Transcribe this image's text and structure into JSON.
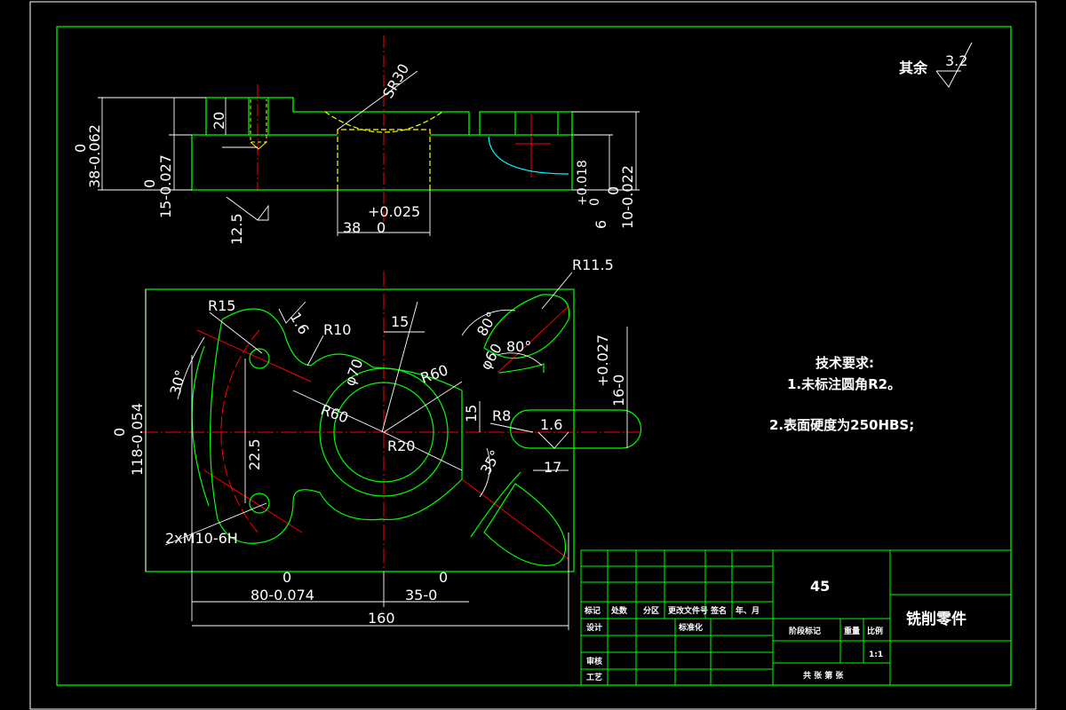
{
  "colors": {
    "background": "#000000",
    "border": "#00ff00",
    "outline": "#00ff00",
    "centerline": "#ff0000",
    "hidden": "#ffff00",
    "annotation": "#ffffff",
    "special": "#00ffff"
  },
  "roughness_note": {
    "prefix": "其余",
    "value": "3.2"
  },
  "top_view": {
    "dims": {
      "height_tol_upper": "0",
      "height_main": "38-0.062",
      "inner_tol_upper": "0",
      "inner_main": "15-0.027",
      "step_20": "20",
      "roughness_12_5": "12.5",
      "sphere_radius": "SR30",
      "bore_tol_upper": "+0.025",
      "bore_main": "38",
      "bore_tol_lower": "0",
      "slot_tol_upper": "+0.018",
      "slot_tol_lower": "0",
      "slot_main": "6",
      "right_tol_upper": "0",
      "right_main": "10-0.022"
    }
  },
  "front_view": {
    "dims": {
      "r15": "R15",
      "r10": "R10",
      "r11_5": "R11.5",
      "r60_upper": "R60",
      "r60_left": "R60",
      "r20": "R20",
      "r8": "R8",
      "width_15": "15",
      "height_15": "15",
      "rough_1_6_a": "1.6",
      "rough_1_6_b": "1.6",
      "angle_30": "30°",
      "angle_80a": "80°",
      "angle_80b": "80°",
      "angle_35": "35°",
      "phi_70": "φ70",
      "phi_60": "φ60",
      "dim_22_5": "22.5",
      "height_tol_upper": "0",
      "height_main": "118-0.054",
      "slot_tol_upper": "+0.027",
      "slot_main": "16-0",
      "dim_17": "17",
      "thread_note": "2xM10-6H",
      "left_tol_upper": "0",
      "left_main": "80-0.074",
      "right_tol_upper": "0",
      "right_main": "35-0",
      "overall": "160"
    }
  },
  "tech_requirements": {
    "title": "技术要求:",
    "items": [
      "1.未标注圆角R2。",
      "2.表面硬度为250HBS;"
    ]
  },
  "title_block": {
    "material": "45",
    "part_name": "铣削零件",
    "headers": [
      "标记",
      "处数",
      "分区",
      "更改文件号",
      "签名",
      "年、月"
    ],
    "row_design": "设计",
    "row_standard": "标准化",
    "row_review": "审核",
    "row_process": "工艺",
    "stage_mark": "阶段标记",
    "weight": "重量",
    "scale_label": "比例",
    "scale_value": "1:1",
    "sheet_info": "共  张  第  张"
  }
}
